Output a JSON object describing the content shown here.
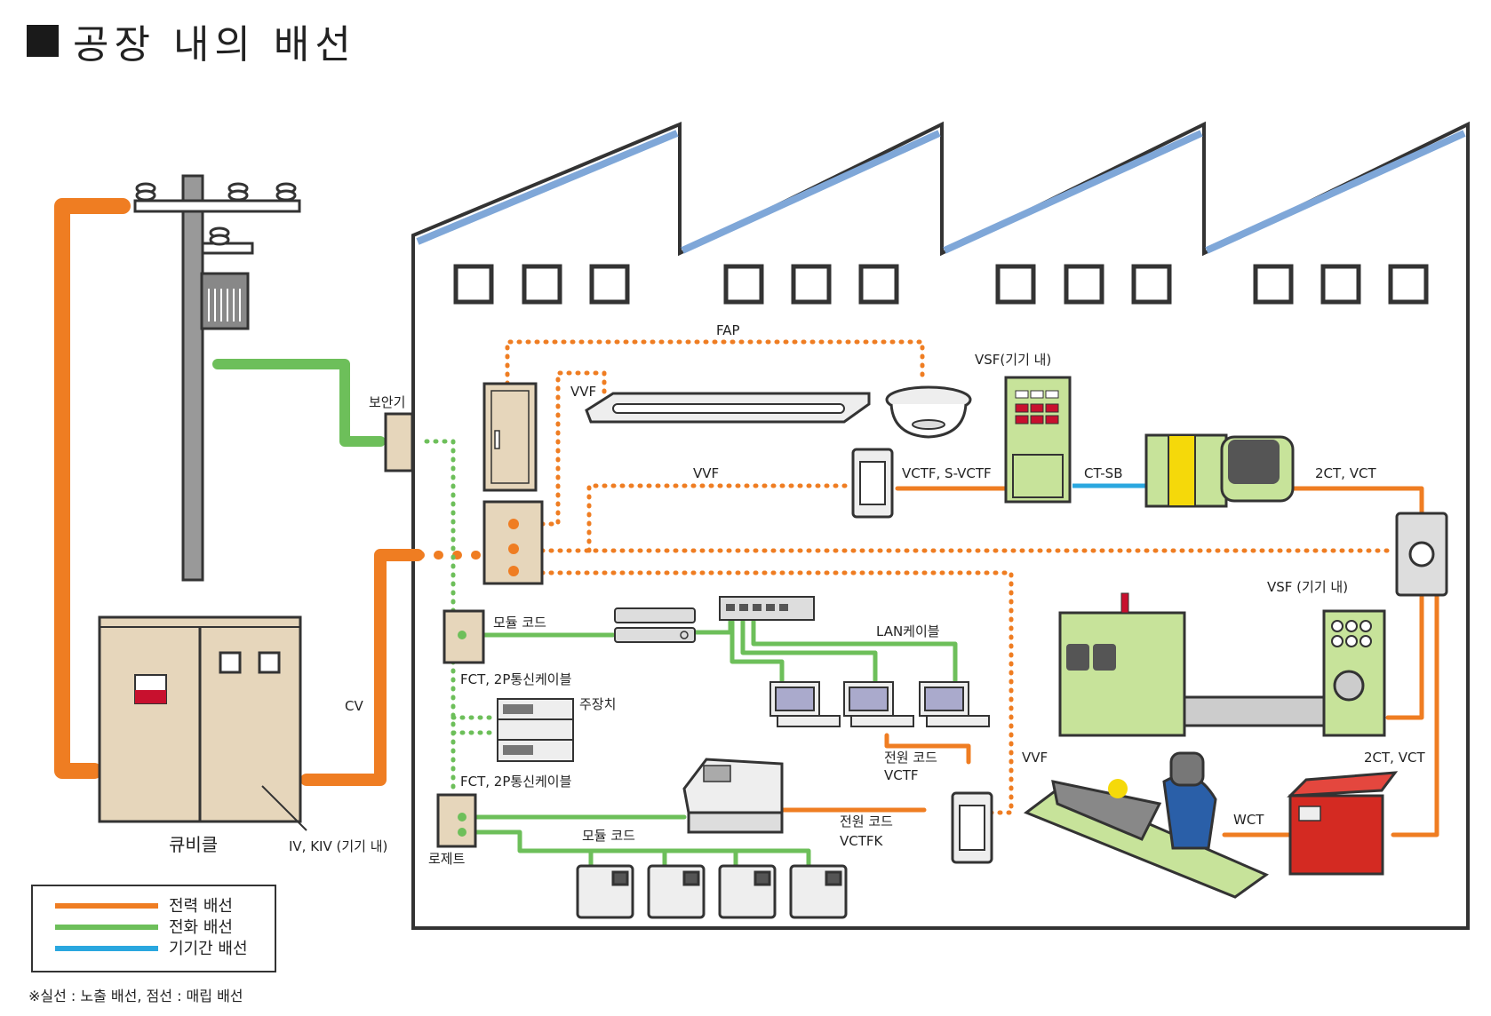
{
  "title": "공장 내의 배선",
  "colors": {
    "power": "#ef7d22",
    "phone": "#6dbf5a",
    "device": "#2aa7df",
    "building_outline": "#333333",
    "roof_glass": "#7fa7d8",
    "machine_green": "#c7e39a",
    "cabinet_beige": "#e6d6bb",
    "welder_red": "#d42a22"
  },
  "labels": {
    "fap": "FAP",
    "vvf_top": "VVF",
    "vvf_mid": "VVF",
    "vvf_right": "VVF",
    "vsf_top": "VSF(기기 내)",
    "vsf_right": "VSF (기기 내)",
    "vctf_svctf": "VCTF, S-VCTF",
    "ct_sb": "CT-SB",
    "ct2_vct_top": "2CT, VCT",
    "ct2_vct_bottom": "2CT, VCT",
    "boangi": "보안기",
    "cv": "CV",
    "cubicle": "큐비클",
    "iv_kiv": "IV, KIV (기기 내)",
    "modular_cord_top": "모듈 코드",
    "modular_cord_bottom": "모듈 코드",
    "fct_1": "FCT, 2P통신케이블",
    "fct_2": "FCT, 2P통신케이블",
    "main_unit": "주장치",
    "lan_cable": "LAN케이블",
    "power_cord_vctf_1": "전원 코드",
    "power_cord_vctf_2": "VCTF",
    "power_cord_vctfk_1": "전원 코드",
    "power_cord_vctfk_2": "VCTFK",
    "rosette": "로제트",
    "wct": "WCT"
  },
  "legend": {
    "items": [
      {
        "label": "전력 배선",
        "color": "#ef7d22"
      },
      {
        "label": "전화 배선",
        "color": "#6dbf5a"
      },
      {
        "label": "기기간 배선",
        "color": "#2aa7df"
      }
    ]
  },
  "footnote": "※실선 : 노출 배선, 점선 : 매립 배선",
  "icons": [
    "utility-pole-icon",
    "transformer-icon",
    "cubicle-icon",
    "protector-box-icon",
    "distribution-panel-icon",
    "fluorescent-light-icon",
    "smoke-detector-icon",
    "outlet-icon",
    "control-panel-icon",
    "machine-tool-icon",
    "production-line-icon",
    "welder-icon",
    "welding-machine-icon",
    "router-icon",
    "switching-hub-icon",
    "computer-icon",
    "pbx-icon",
    "fax-icon",
    "telephone-icon"
  ]
}
